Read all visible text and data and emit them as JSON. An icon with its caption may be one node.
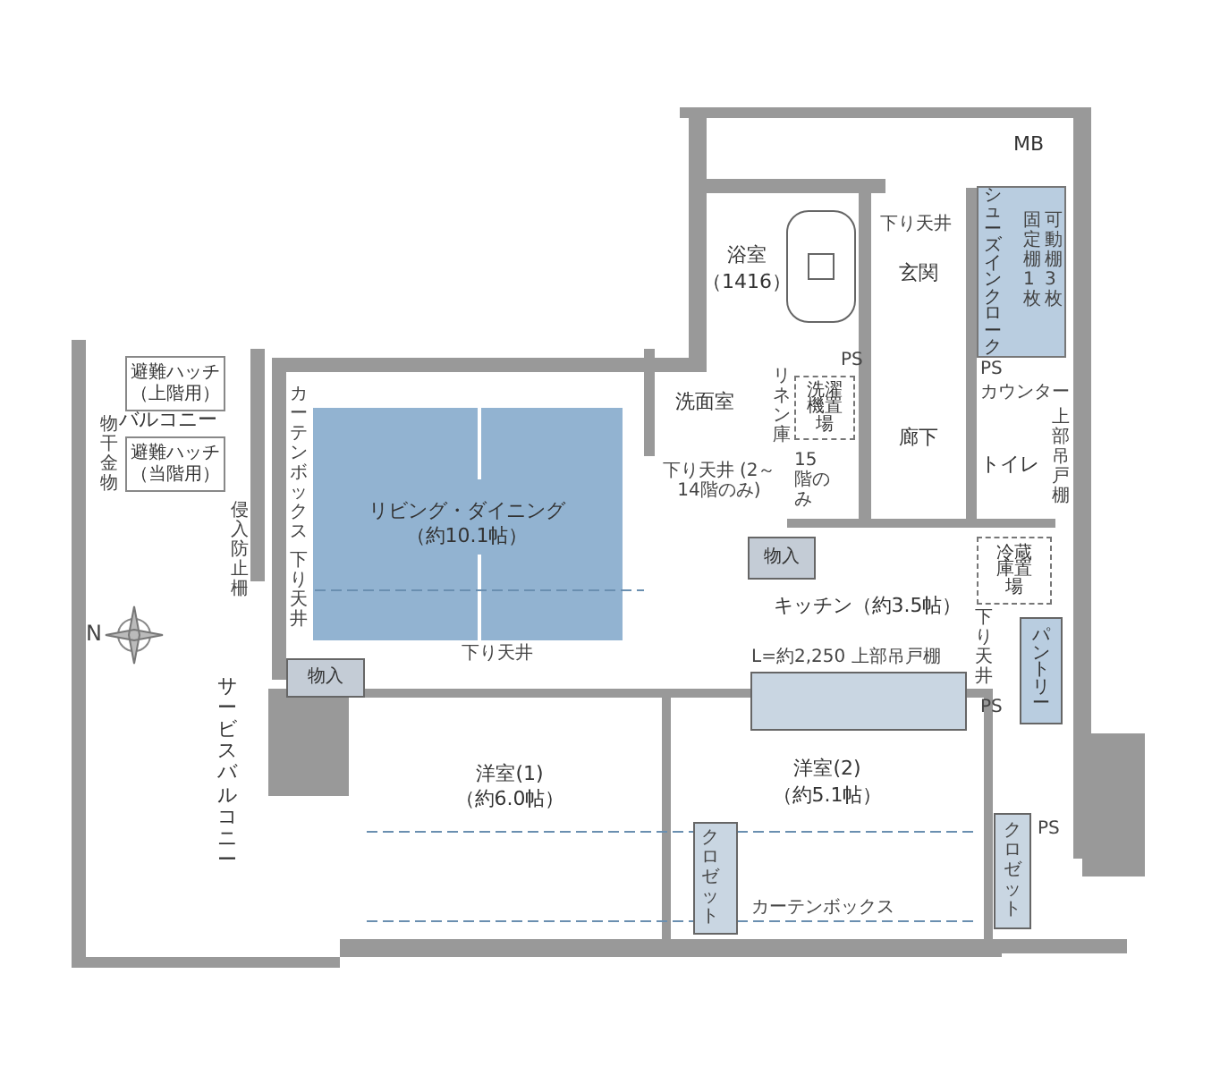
{
  "diagram": {
    "nodes": [
      {
        "text": [
          "バルコニー"
        ]
      },
      {
        "text": [
          "避難ハッチ（上階用）"
        ],
        "in": 0
      },
      {
        "text": [
          "避難ハッチ（当階用）"
        ],
        "in": 0
      },
      {
        "text": [
          "リビング・ダイニング",
          "（約10.1帖）"
        ]
      },
      {
        "text": [
          "浴室",
          "（1416）"
        ]
      },
      {
        "text": [
          "洗面室"
        ]
      },
      {
        "text": [
          "洗濯機置場"
        ],
        "in": 5
      },
      {
        "text": [
          "玄関"
        ]
      },
      {
        "text": [
          "シューズインクローク"
        ]
      },
      {
        "text": [
          "MB"
        ]
      },
      {
        "text": [
          "廊下"
        ]
      },
      {
        "text": [
          "トイレ"
        ]
      },
      {
        "text": [
          "物入"
        ]
      },
      {
        "text": [
          "冷蔵庫置場"
        ]
      },
      {
        "text": [
          "キッチン（約3.5帖）"
        ]
      },
      {
        "text": [
          "パントリー"
        ]
      },
      {
        "text": [
          "物入"
        ]
      },
      {
        "text": [
          "洋室(1)",
          "（約6.0帖）"
        ]
      },
      {
        "text": [
          "洋室(2)",
          "（約5.1帖）"
        ]
      },
      {
        "text": [
          "サービスバルコニー"
        ]
      }
    ],
    "labels": [
      "N",
      "物干金物",
      "侵入防止柵",
      "カーテンボックス",
      "下り天井",
      "下り天井",
      "下り天井 (2～14階のみ)",
      "15階のみ",
      "リネン庫",
      "下り天井",
      "固定棚1枚",
      "可動棚3枚",
      "カウンター",
      "上部吊戸棚",
      "PS",
      "PS",
      "PS",
      "PS",
      "L=約2,250 上部吊戸棚",
      "下り天井",
      "クロゼット",
      "クロゼット",
      "カーテンボックス"
    ]
  }
}
